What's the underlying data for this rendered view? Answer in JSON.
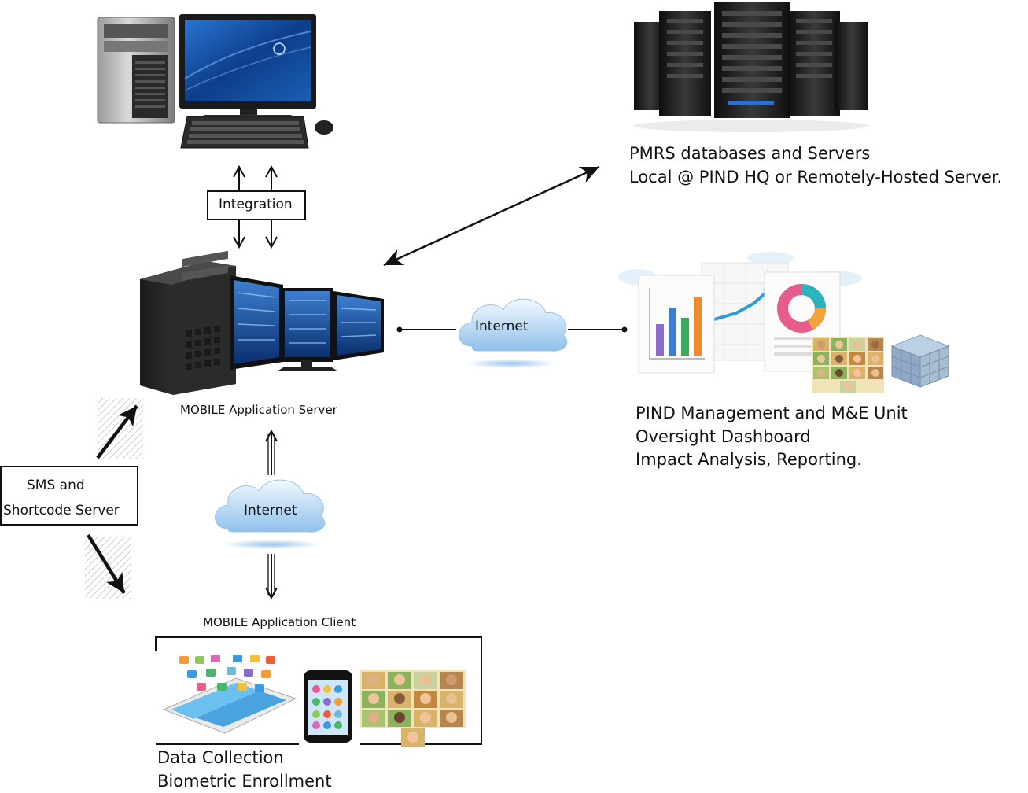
{
  "integration_label": "Integration",
  "pmrs": {
    "line1": "PMRS databases and Servers",
    "line2": "Local @ PIND HQ or Remotely-Hosted Server."
  },
  "internet_top": "Internet",
  "internet_bottom": "Internet",
  "mobile_server_label": "MOBILE Application Server",
  "mobile_client_label": "MOBILE Application Client",
  "sms_box": {
    "line1": "SMS and",
    "line2": "Shortcode Server"
  },
  "pind": {
    "line1": "PIND Management and M&E Unit",
    "line2": "Oversight Dashboard",
    "line3": "Impact Analysis, Reporting."
  },
  "client_caption": {
    "line1": "Data Collection",
    "line2": "Biometric Enrollment"
  },
  "icons": {
    "workstation": "desktop-computer-icon",
    "server_rack": "server-rack-icon",
    "app_server": "multi-monitor-server-icon",
    "dashboard": "dashboard-charts-icon",
    "tablet": "tablet-icon",
    "phone": "smartphone-icon",
    "faces": "people-faces-icon",
    "cube": "data-cube-icon",
    "cloud": "cloud-icon"
  },
  "colors": {
    "cloud_top": "#e6f3fc",
    "cloud_bottom": "#9cc8ee",
    "screen_blue": "#1a5fb4",
    "rack_dark": "#1c1c1c",
    "bar_purple": "#8d6bd0",
    "bar_blue": "#3a7fd6",
    "bar_green": "#3faa5a",
    "bar_orange": "#f08a2a",
    "donut_pink": "#e65c8c",
    "donut_teal": "#2bb3c0",
    "donut_orange": "#f2a33a"
  }
}
